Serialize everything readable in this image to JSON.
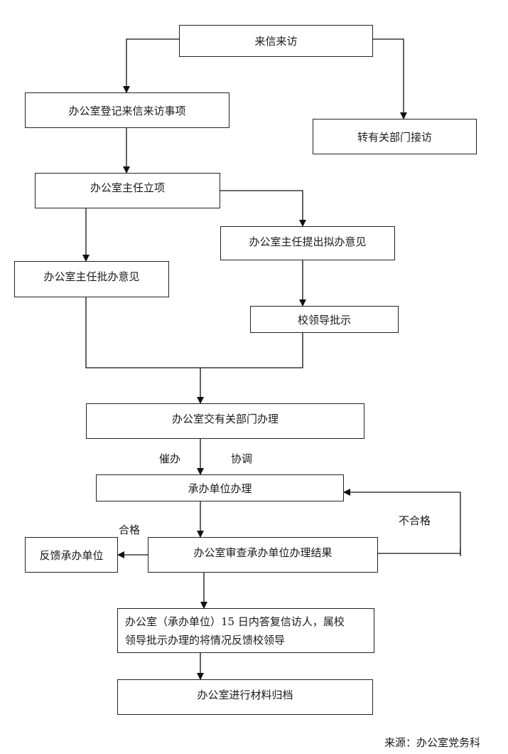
{
  "nodes": {
    "visits": "来信来访",
    "office_register": "办公室登记来信来访事项",
    "transfer_dept": "转有关部门接访",
    "director_project": "办公室主任立项",
    "director_propose": "办公室主任提出拟办意见",
    "director_approve": "办公室主任批办意见",
    "leader_instruct": "校领导批示",
    "office_handover": "办公室交有关部门办理",
    "unit_handle": "承办单位办理",
    "feedback_unit": "反馈承办单位",
    "office_review": "办公室审查承办单位办理结果",
    "reply_line1": "办公室（承办单位）15 日内答复信访人，属校",
    "reply_line2": "领导批示办理的将情况反馈校领导",
    "archive": "办公室进行材料归档"
  },
  "edge_labels": {
    "urge": "催办",
    "coordinate": "协调",
    "qualified": "合格",
    "unqualified": "不合格"
  },
  "footer": {
    "source": "来源：办公室党务科"
  }
}
